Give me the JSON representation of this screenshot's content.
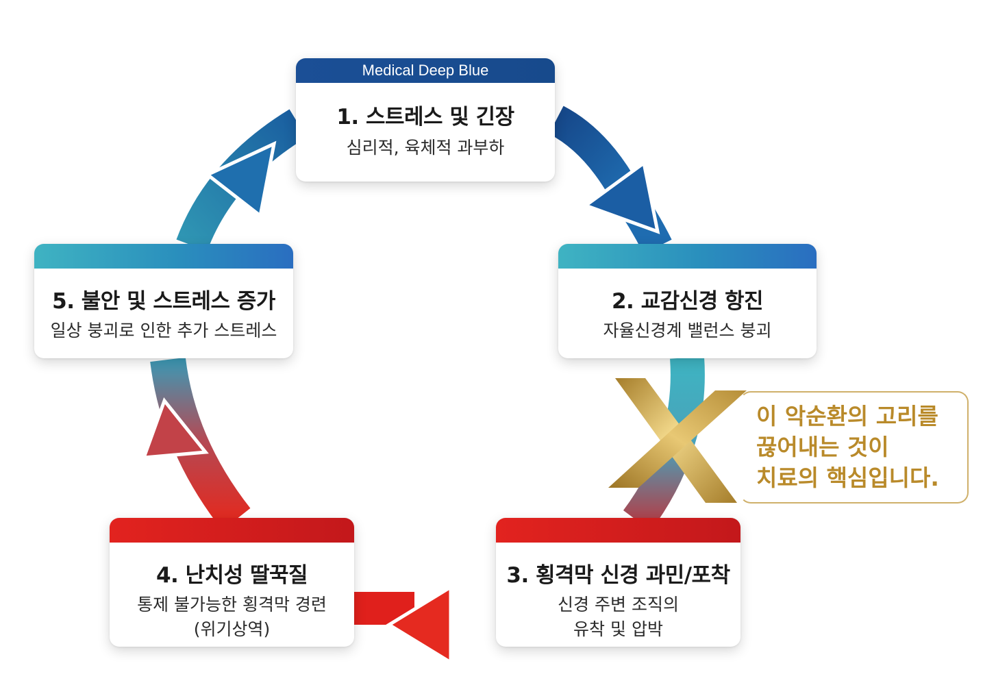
{
  "steps": [
    {
      "number_title": "1. 스트레스 및 긴장",
      "subtitle_lines": [
        "심리적, 육체적 과부하"
      ],
      "band_label": "Medical Deep Blue",
      "band_color": "#1b4f96"
    },
    {
      "number_title": "2. 교감신경 항진",
      "subtitle_lines": [
        "자율신경계 밸런스 붕괴"
      ],
      "band_color": "#3fb3c2"
    },
    {
      "number_title": "3. 횡격막 신경 과민/포착",
      "subtitle_lines": [
        "신경 주변 조직의",
        "유착 및 압박"
      ],
      "band_color": "#e2231f"
    },
    {
      "number_title": "4. 난치성 딸꾹질",
      "subtitle_lines": [
        "통제 불가능한 횡격막 경련",
        "(위기상역)"
      ],
      "band_color": "#e2231f"
    },
    {
      "number_title": "5. 불안 및 스트레스 증가",
      "subtitle_lines": [
        "일상 붕괴로 인한 추가 스트레스"
      ],
      "band_color": "#3fb3c2"
    }
  ],
  "callout": {
    "lines": [
      "이 악순환의 고리를",
      "끊어내는 것이",
      "치료의 핵심입니다."
    ],
    "color": "#b98a2a",
    "icon": "gold-x-icon"
  },
  "colors": {
    "blue": "#1b5a9c",
    "teal": "#3aa9c0",
    "red": "#e2261f",
    "gold": "#c9a448"
  }
}
